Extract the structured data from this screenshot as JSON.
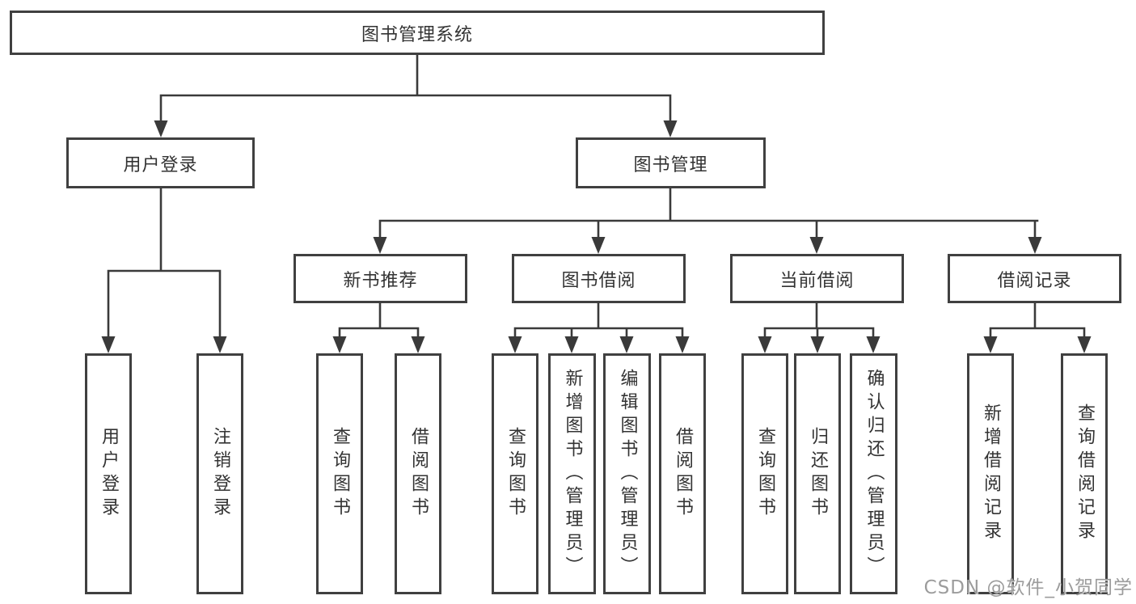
{
  "tree": {
    "root": {
      "label": "图书管理系统"
    },
    "branches": [
      {
        "label": "用户登录",
        "children": [
          {
            "label": "用户登录"
          },
          {
            "label": "注销登录"
          }
        ]
      },
      {
        "label": "图书管理",
        "children": [
          {
            "label": "新书推荐",
            "children": [
              {
                "label": "查询图书"
              },
              {
                "label": "借阅图书"
              }
            ]
          },
          {
            "label": "图书借阅",
            "children": [
              {
                "label": "查询图书"
              },
              {
                "label": "新增图书（管理员）"
              },
              {
                "label": "编辑图书（管理员）"
              },
              {
                "label": "借阅图书"
              }
            ]
          },
          {
            "label": "当前借阅",
            "children": [
              {
                "label": "查询图书"
              },
              {
                "label": "归还图书"
              },
              {
                "label": "确认归还（管理员）"
              }
            ]
          },
          {
            "label": "借阅记录",
            "children": [
              {
                "label": "新增借阅记录"
              },
              {
                "label": "查询借阅记录"
              }
            ]
          }
        ]
      }
    ]
  },
  "watermark": {
    "text": "CSDN @软件_小贺同学"
  },
  "colors": {
    "line": "#3a3a3a",
    "box_border": "#404040",
    "text": "#333333",
    "watermark": "#9c9c9c",
    "background": "#ffffff"
  }
}
